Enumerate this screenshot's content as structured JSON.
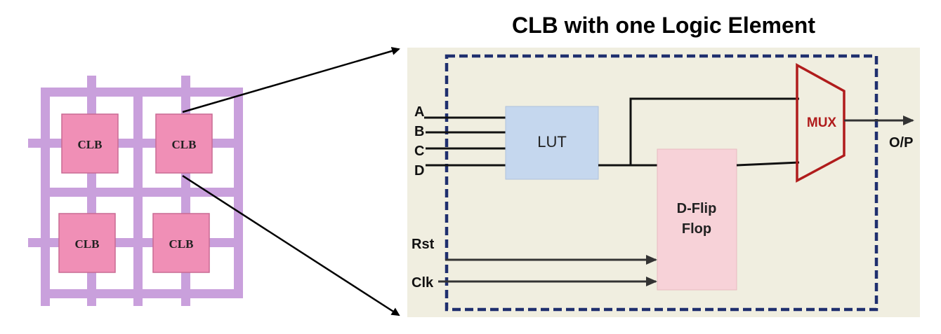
{
  "title": "CLB with one Logic Element",
  "grid": {
    "blocks": [
      "CLB",
      "CLB",
      "CLB",
      "CLB"
    ],
    "colors": {
      "interconnect": "#c9a0dc",
      "block_fill": "#f08fb6",
      "block_stroke": "#c96a94"
    }
  },
  "logic_element": {
    "inputs": [
      "A",
      "B",
      "C",
      "D"
    ],
    "control_inputs": [
      "Rst",
      "Clk"
    ],
    "lut_label": "LUT",
    "flipflop_label_line1": "D-Flip",
    "flipflop_label_line2": "Flop",
    "mux_label": "MUX",
    "output_label": "O/P",
    "colors": {
      "background": "#f0eee0",
      "dashed_border": "#1f2f6e",
      "lut_fill": "#c5d7ee",
      "flipflop_fill": "#f7d2d8",
      "mux_stroke": "#b01c1c",
      "mux_text": "#b01c1c"
    }
  }
}
